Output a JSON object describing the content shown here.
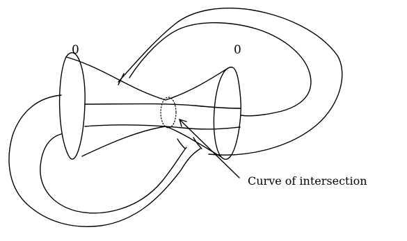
{
  "labels": {
    "left_boundary": "0",
    "right_boundary": "0",
    "curve_caption": "Curve of intersection"
  },
  "colors": {
    "ink": "#000000",
    "background": "#ffffff"
  }
}
